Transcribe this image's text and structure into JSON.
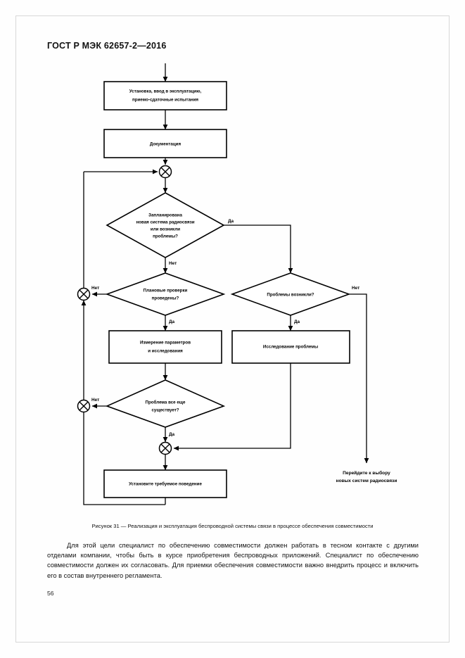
{
  "document": {
    "standard_header": "ГОСТ Р МЭК 62657-2—2016",
    "page_number": "56",
    "caption": "Рисунок 31 — Реализация и эксплуатация беспроводной системы связи в процессе обеспечения совместимости",
    "paragraph": "Для этой цели специалист по обеспечению совместимости должен работать в тесном контакте с другими отделами компании, чтобы быть в курсе приобретения беспроводных приложений. Специалист по обеспечению совместимости должен их согласовать. Для приемки обеспечения совместимости важно внедрить процесс и включить его в состав внутреннего регламента."
  },
  "flowchart": {
    "type": "flowchart",
    "title": "Рисунок 31",
    "nodes": [
      {
        "id": "n1",
        "shape": "process",
        "lines": [
          "Установка, ввод в эксплуатацию,",
          "приемо-сдаточные испытания"
        ]
      },
      {
        "id": "n2",
        "shape": "process",
        "lines": [
          "Документация"
        ]
      },
      {
        "id": "j1",
        "shape": "junction",
        "lines": []
      },
      {
        "id": "d1",
        "shape": "decision",
        "lines": [
          "Запланирована",
          "новая система радиосвязи",
          "или возникли",
          "проблемы?"
        ]
      },
      {
        "id": "d2",
        "shape": "decision",
        "lines": [
          "Плановые проверки",
          "проведены?"
        ]
      },
      {
        "id": "d3",
        "shape": "decision",
        "lines": [
          "Проблемы возникли?"
        ]
      },
      {
        "id": "n3",
        "shape": "process",
        "lines": [
          "Измерение параметров",
          "и исследования"
        ]
      },
      {
        "id": "n4",
        "shape": "process",
        "lines": [
          "Исследование проблемы"
        ]
      },
      {
        "id": "d4",
        "shape": "decision",
        "lines": [
          "Проблема все еще",
          "существует?"
        ]
      },
      {
        "id": "j2",
        "shape": "junction",
        "lines": []
      },
      {
        "id": "j3",
        "shape": "junction",
        "lines": []
      },
      {
        "id": "j4",
        "shape": "junction",
        "lines": []
      },
      {
        "id": "j5",
        "shape": "junction",
        "lines": []
      },
      {
        "id": "n5",
        "shape": "process",
        "lines": [
          "Установите требуемое поведение"
        ]
      },
      {
        "id": "end",
        "shape": "terminal-text",
        "lines": [
          "Перейдите к выбору",
          "новых систем радиосвязи"
        ]
      }
    ],
    "edge_labels": {
      "d1_yes": "Да",
      "d1_no": "Нет",
      "d2_no": "Нет",
      "d2_yes": "Да",
      "d3_no": "Нет",
      "d3_yes": "Да",
      "d4_no": "Нет",
      "d4_yes": "Да"
    },
    "colors": {
      "stroke": "#000000",
      "fill": "#ffffff",
      "text": "#000000"
    }
  }
}
